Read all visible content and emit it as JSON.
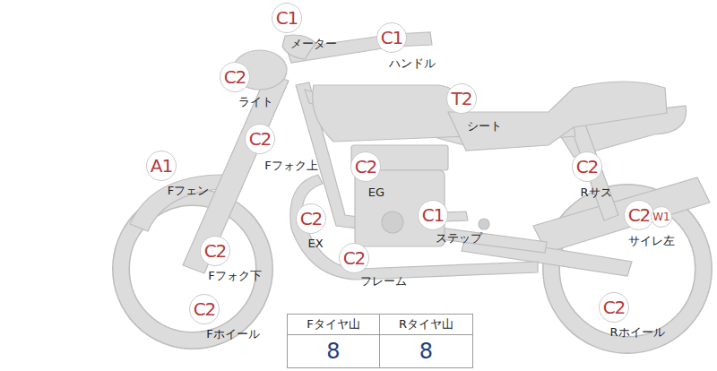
{
  "diagram": {
    "nodes": [
      {
        "text": [
          "C1",
          "メーター"
        ]
      },
      {
        "text": [
          "C1",
          "ハンドル"
        ]
      },
      {
        "text": [
          "C2",
          "ライト"
        ]
      },
      {
        "text": [
          "T2",
          "シート"
        ]
      },
      {
        "text": [
          "C2",
          "Fフォク上"
        ]
      },
      {
        "text": [
          "A1",
          "Fフェン"
        ]
      },
      {
        "text": [
          "C2",
          "EG"
        ]
      },
      {
        "text": [
          "C2",
          "Rサス"
        ]
      },
      {
        "text": [
          "C2",
          "EX"
        ]
      },
      {
        "text": [
          "C1",
          "ステップ"
        ]
      },
      {
        "text": [
          "C2",
          "W1",
          "サイレ左"
        ]
      },
      {
        "text": [
          "C2",
          "Fフォク下"
        ]
      },
      {
        "text": [
          "C2",
          "フレーム"
        ]
      },
      {
        "text": [
          "C2",
          "Fホイール"
        ]
      },
      {
        "text": [
          "C2",
          "Rホイール"
        ]
      }
    ],
    "labels": [
      "Fタイヤ山",
      "Rタイヤ山",
      "8",
      "8"
    ]
  }
}
